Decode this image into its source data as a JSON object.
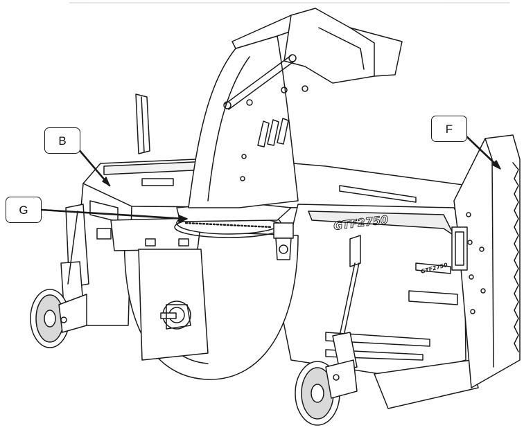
{
  "callouts": {
    "b": "B",
    "g": "G",
    "f": "F"
  },
  "machine": {
    "hood_decal": "GTF2750",
    "side_decal": "GTF2750"
  },
  "colors": {
    "line": "#1a1a1a",
    "fill": "#ffffff",
    "shade": "#d9d9d9"
  }
}
